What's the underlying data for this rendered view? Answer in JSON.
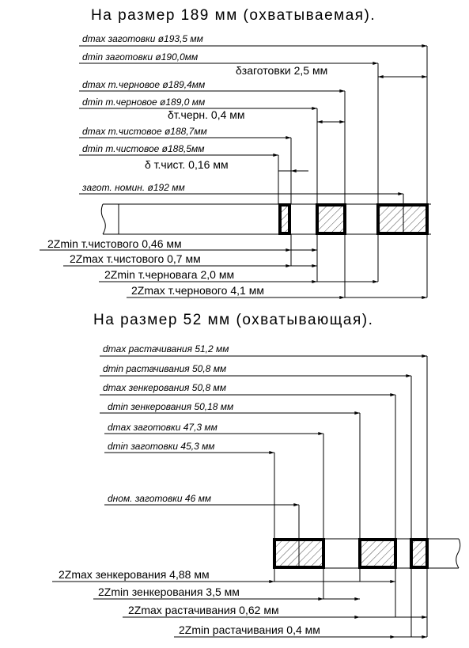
{
  "section1": {
    "title": "На размер 189  мм (охватываемая).",
    "dmax_blank": "dmax заготовки ø193,5 мм",
    "dmin_blank": "dmin заготовки ø190,0мм",
    "delta_blank": "δзаготовки 2,5 мм",
    "dmax_rough": "dmax т.черновое ø189,4мм",
    "dmin_rough": "dmin т.черновое ø189,0 мм",
    "delta_rough": "δт.черн. 0,4 мм",
    "dmax_finish": "dmax т.чистовое ø188,7мм",
    "dmin_finish": "dmin т.чистовое ø188,5мм",
    "delta_finish": "δ т.чист. 0,16 мм",
    "nominal_blank": "загот. номин. ø192 мм",
    "z2min_finish": "2Zmin т.чистового 0,46 мм",
    "z2max_finish": "2Zmax т.чистового 0,7 мм",
    "z2min_rough": "2Zmin т.черновага 2,0 мм",
    "z2max_rough": "2Zmax т.чернового 4,1 мм"
  },
  "section2": {
    "title": "На размер 52  мм (охватывающая).",
    "dmax_boring": "dmax растачивания 51,2 мм",
    "dmin_boring": "dmin растачивания 50,8 мм",
    "dmax_counter": "dmax зенкерования 50,8 мм",
    "dmin_counter": "dmin зенкерования 50,18 мм",
    "dmax_blank": "dmax заготовки 47,3 мм",
    "dmin_blank": "dmin заготовки 45,3 мм",
    "dnom_blank": "dном. заготовки 46 мм",
    "z2max_counter": "2Zmax зенкерования 4,88 мм",
    "z2min_counter": "2Zmin зенкерования 3,5 мм",
    "z2max_boring": "2Zmax растачивания 0,62 мм",
    "z2min_boring": "2Zmin растачивания 0,4 мм"
  }
}
